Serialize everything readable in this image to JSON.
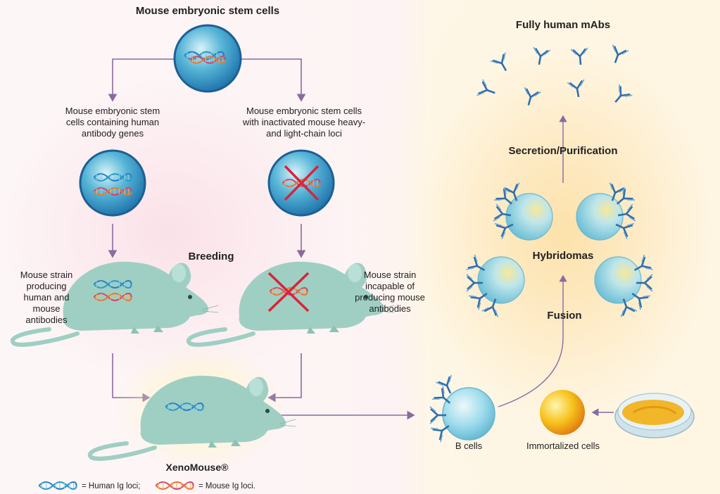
{
  "titles": {
    "stem_cells": "Mouse embryonic stem cells",
    "fully_human": "Fully human mAbs",
    "breeding": "Breeding",
    "secretion": "Secretion/Purification",
    "hybridomas": "Hybridomas",
    "fusion": "Fusion",
    "xenomouse": "XenoMouse®"
  },
  "labels": {
    "stem_human": "Mouse embryonic stem cells containing human antibody genes",
    "stem_inactivated": "Mouse embryonic stem cells with inactivated mouse heavy- and light-chain loci",
    "strain_human": "Mouse strain producing human and mouse antibodies",
    "strain_incapable": "Mouse strain incapable of producing mouse antibodies",
    "b_cells": "B cells",
    "immortalized": "Immortalized cells"
  },
  "legend": {
    "human": "= Human Ig loci;",
    "mouse": "= Mouse Ig loci."
  },
  "colors": {
    "arrow": "#8a6aa0",
    "mouse_body": "#9fcfc3",
    "dna_blue": "#2a7fc0",
    "dna_pink": "#d2456f",
    "cross": "#d8243a",
    "antibody": "#2f6fae",
    "cell": "#7fd0e6",
    "immortal": "#f3b418"
  }
}
